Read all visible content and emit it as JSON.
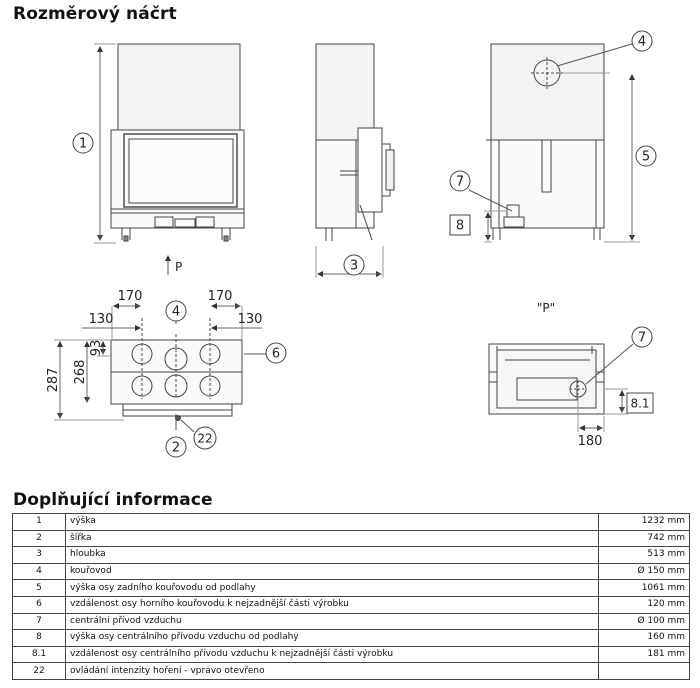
{
  "headings": {
    "sketch": "Rozměrový náčrt",
    "info": "Doplňující informace"
  },
  "drawing_labels": {
    "callouts": [
      "1",
      "2",
      "3",
      "4",
      "5",
      "6",
      "7",
      "8",
      "8.1",
      "22"
    ],
    "dims": [
      "170",
      "170",
      "130",
      "130",
      "287",
      "268",
      "93",
      "180"
    ],
    "view_arrow": "P",
    "view_title": "\"P\""
  },
  "rows": [
    {
      "num": "1",
      "desc": "výška",
      "value": "1232 mm"
    },
    {
      "num": "2",
      "desc": "šířka",
      "value": "742 mm"
    },
    {
      "num": "3",
      "desc": "hloubka",
      "value": "513 mm"
    },
    {
      "num": "4",
      "desc": "kouřovod",
      "value": "Ø 150 mm"
    },
    {
      "num": "5",
      "desc": "výška osy zadního kouřovodu od podlahy",
      "value": "1061 mm"
    },
    {
      "num": "6",
      "desc": "vzdálenost osy horního kouřovodu k nejzadnější části výrobku",
      "value": "120 mm"
    },
    {
      "num": "7",
      "desc": "centrální přívod vzduchu",
      "value": "Ø 100 mm"
    },
    {
      "num": "8",
      "desc": "výška osy centrálního přívodu vzduchu od podlahy",
      "value": "160 mm"
    },
    {
      "num": "8.1",
      "desc": "vzdálenost osy centrálního přívodu vzduchu k nejzadnější části výrobku",
      "value": "181 mm"
    },
    {
      "num": "22",
      "desc": "ovládání intenzity hoření - vpravo otevřeno",
      "value": ""
    }
  ]
}
